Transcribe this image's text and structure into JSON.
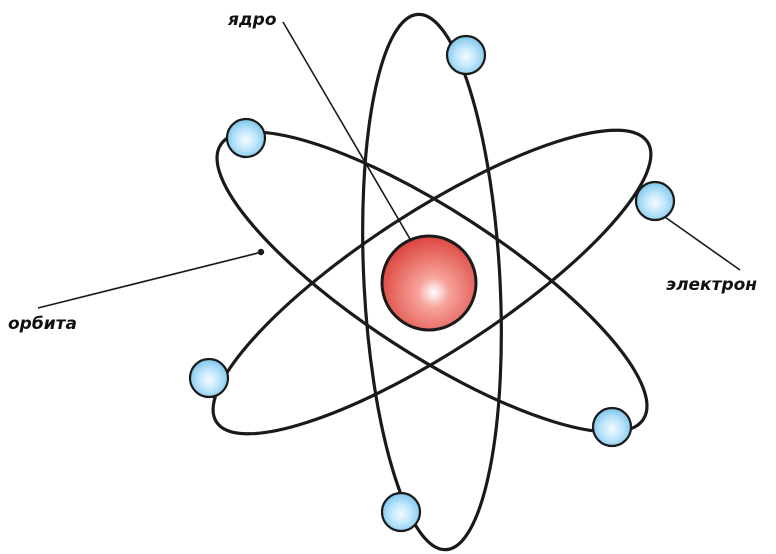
{
  "labels": {
    "nucleus": "ядро",
    "orbit": "орбита",
    "electron": "электрон"
  },
  "colors": {
    "nucleus": "#e0473f",
    "nucleus_highlight": "#ffd6d2",
    "electron": "#8fd0f2",
    "electron_highlight": "#e8f7ff",
    "line": "#1a1a1a"
  }
}
